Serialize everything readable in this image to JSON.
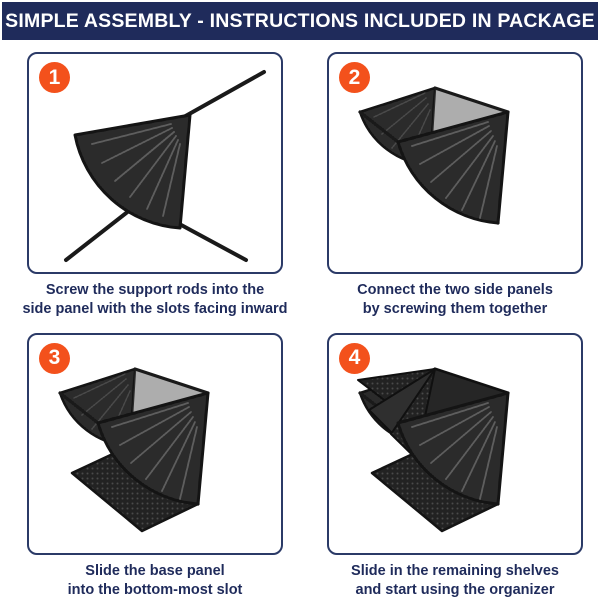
{
  "banner": {
    "text": "SIMPLE ASSEMBLY - INSTRUCTIONS INCLUDED IN PACKAGE"
  },
  "colors": {
    "banner_bg": "#1f2b5b",
    "accent_orange": "#f3511c",
    "box_border": "#2b3a67",
    "caption_text": "#1f2b5b"
  },
  "steps": [
    {
      "number": "1",
      "image": "side-panel-with-support-rods-photo",
      "caption_line1": "Screw  the support rods into the",
      "caption_line2": "side panel with the slots facing inward"
    },
    {
      "number": "2",
      "image": "two-side-panels-connected-photo",
      "caption_line1": "Connect the two side panels",
      "caption_line2": "by screwing them together"
    },
    {
      "number": "3",
      "image": "base-panel-inserted-photo",
      "caption_line1": "Slide the base panel",
      "caption_line2": "into the bottom-most slot"
    },
    {
      "number": "4",
      "image": "complete-organizer-with-shelves-photo",
      "caption_line1": "Slide in the remaining shelves",
      "caption_line2": "and start using the organizer"
    }
  ]
}
